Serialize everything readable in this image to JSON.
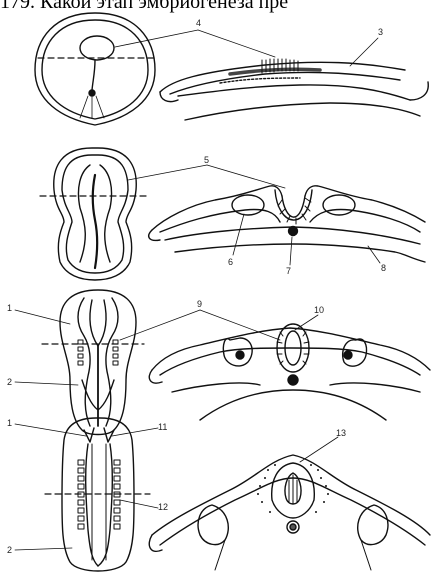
{
  "question": "179. Какой этап эмбриогенеза пре",
  "labels": [
    "1",
    "2",
    "3",
    "4",
    "5",
    "6",
    "7",
    "8",
    "9",
    "10",
    "11",
    "12",
    "13"
  ],
  "stages": 4,
  "ink_color": "#111111"
}
